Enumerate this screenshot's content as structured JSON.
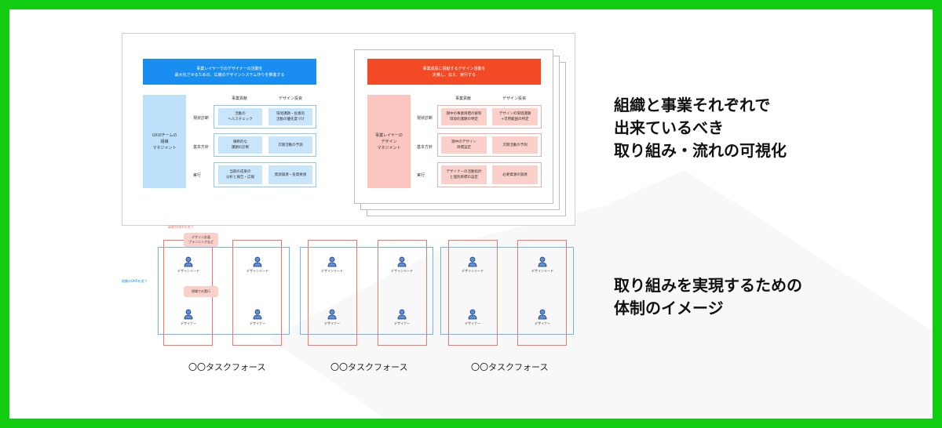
{
  "left_board": {
    "title": "事業レイヤーでのデザイナーの活動を\n最大化させるための、広義のデザインシステム作りを推進する",
    "side_label": "UXUIチームの\n組織\nマネジメント",
    "col_headers": [
      "事業貢献",
      "デザイン投資"
    ],
    "rows": [
      {
        "label": "現状診断",
        "cells": [
          "活動の\nヘルスチェック",
          "環境課題・投資的\n活動の優先度づけ"
        ]
      },
      {
        "label": "基本方針",
        "cells": [
          "横断的な\n課題の診断",
          "次期活動の予測"
        ]
      },
      {
        "label": "実行",
        "cells": [
          "当期の成果の\n分析と報告・広報",
          "資源調達・投資要請"
        ]
      }
    ]
  },
  "right_board": {
    "title": "事業成長に貢献するデザイン活動を\n定義し、伝え、実行する",
    "side_label": "事業レイヤーの\nデザイン\nマネジメント",
    "col_headers": [
      "事業貢献",
      "デザイン投資"
    ],
    "rows": [
      {
        "label": "現状診断",
        "cells": [
          "期中の事業目標の解釈\n環境的課題の特定",
          "デザインの環境課題\n+可用範囲の特定"
        ]
      },
      {
        "label": "基本方針",
        "cells": [
          "期中のデザイン\n目標設定",
          "次期活動の予測"
        ]
      },
      {
        "label": "実行",
        "cells": [
          "デザイナーの活動指針\nと個別目標の設定",
          "必要資源の調達"
        ]
      }
    ]
  },
  "org": {
    "business_okr_label": "事業別OKRを追う",
    "org_okr_label": "組織のOKRを追う",
    "bubbles": [
      "デザイン計画\nプランニングなど",
      "現場での実行"
    ],
    "lead_label": "デザインリード",
    "designer_label": "デザイナー",
    "task_force_labels": [
      "〇〇タスクフォース",
      "〇〇タスクフォース",
      "〇〇タスクフォース"
    ]
  },
  "messages": {
    "top": "組織と事業それぞれで\n出来ているべき\n取り組み・流れの可視化",
    "bottom": "取り組みを実現するための\n体制のイメージ"
  },
  "colors": {
    "frame": "#11cc11",
    "blue": "#1a8ef0",
    "red": "#f24a24",
    "light_blue": "#c9e5fb",
    "light_red": "#fcd0ca"
  }
}
